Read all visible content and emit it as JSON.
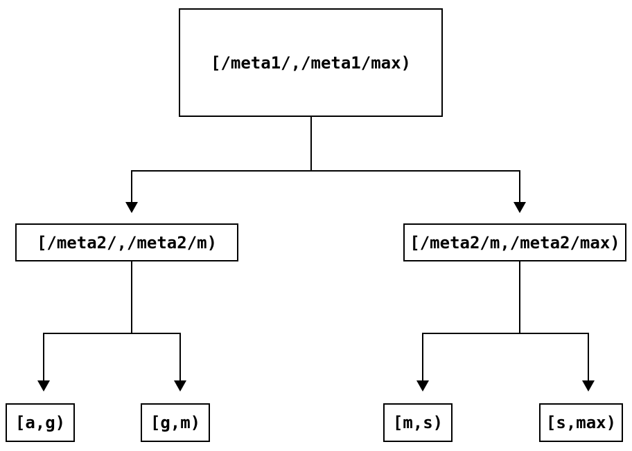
{
  "diagram": {
    "type": "binary-interval-tree",
    "colors": {
      "line": "#000000",
      "background": "#ffffff",
      "text": "#000000"
    },
    "nodes": {
      "root": {
        "label": "[/meta1/,/meta1/max)"
      },
      "left_child": {
        "label": "[/meta2/,/meta2/m)"
      },
      "right_child": {
        "label": "[/meta2/m,/meta2/max)"
      },
      "leaf_a_g": {
        "label": "[a,g)"
      },
      "leaf_g_m": {
        "label": "[g,m)"
      },
      "leaf_m_s": {
        "label": "[m,s)"
      },
      "leaf_s_max": {
        "label": "[s,max)"
      }
    }
  }
}
